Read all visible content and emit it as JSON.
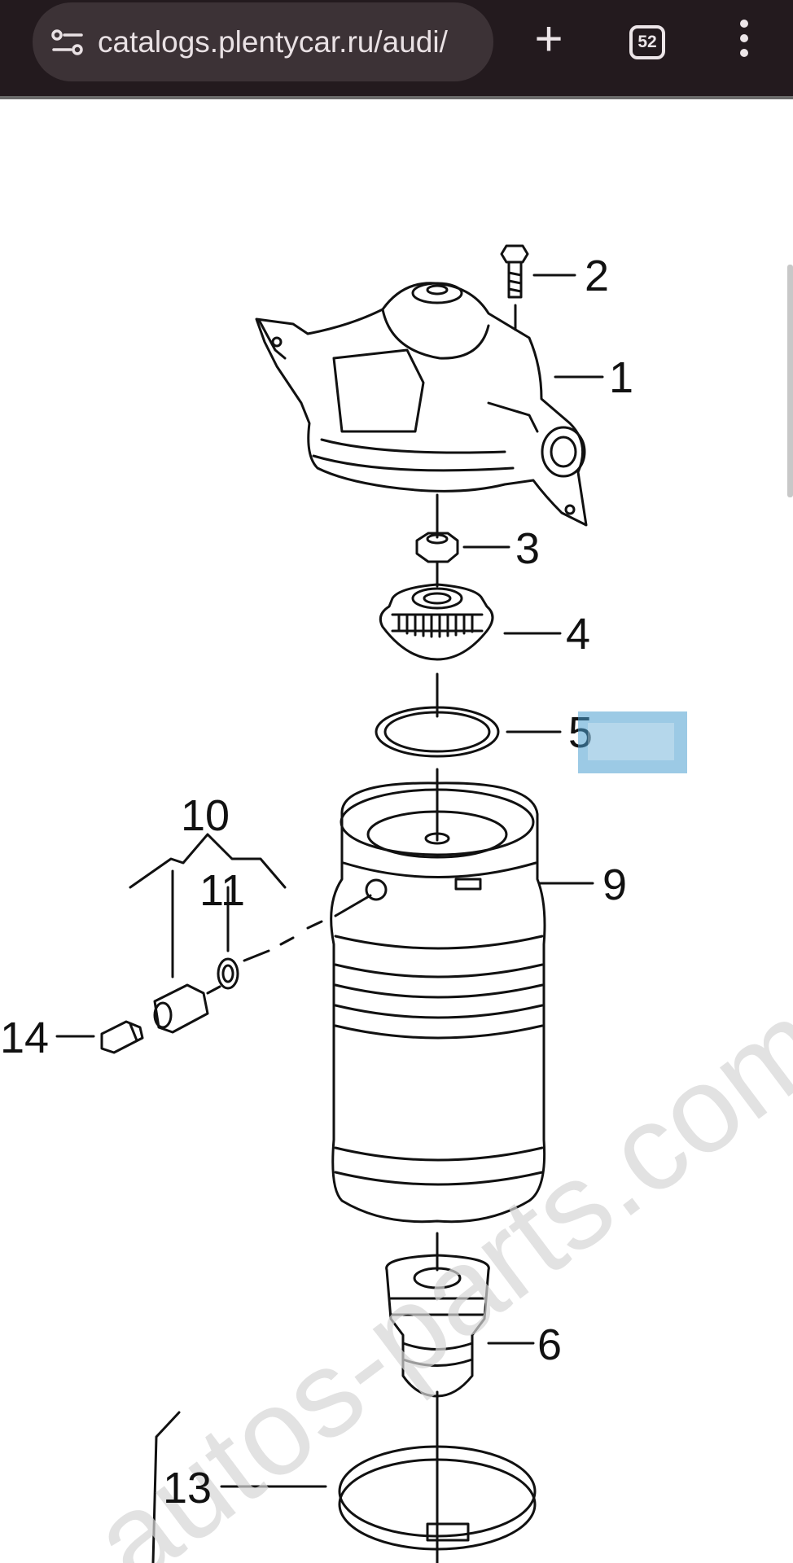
{
  "browser": {
    "url": "catalogs.plentycar.ru/audi/",
    "tab_count": "52",
    "icons": [
      "site-info-icon",
      "new-tab-icon",
      "tab-switcher-icon",
      "menu-icon"
    ],
    "colors": {
      "toolbar": "#231a1e",
      "url_pill": "#3c3236",
      "highlight": "#4a9ed0"
    }
  },
  "diagram": {
    "callouts": [
      {
        "label": "1"
      },
      {
        "label": "2"
      },
      {
        "label": "3"
      },
      {
        "label": "4"
      },
      {
        "label": "5"
      },
      {
        "label": "6"
      },
      {
        "label": "9"
      },
      {
        "label": "10"
      },
      {
        "label": "11"
      },
      {
        "label": "13"
      },
      {
        "label": "14"
      }
    ],
    "watermark": "autos-parts.com"
  }
}
